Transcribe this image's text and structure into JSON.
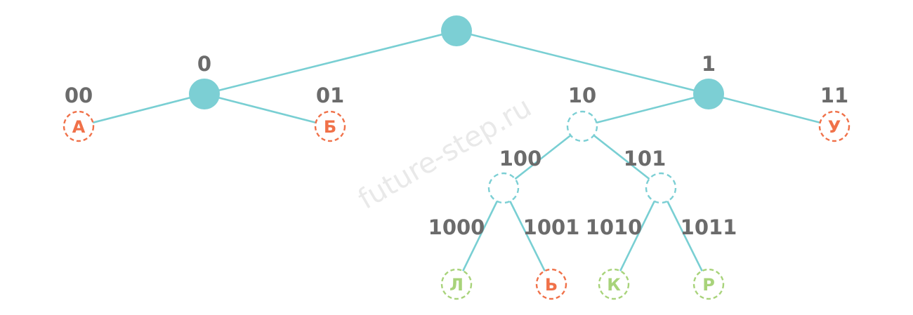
{
  "watermark": "future-step.ru",
  "colors": {
    "node": "#7ccfd4",
    "edge": "#79cfd3",
    "code_text": "#6b6b6b",
    "leaf_orange": "#f07149",
    "leaf_green": "#a8d37a"
  },
  "codes": {
    "n0": "0",
    "n1": "1",
    "n00": "00",
    "n01": "01",
    "n10": "10",
    "n11": "11",
    "n100": "100",
    "n101": "101",
    "n1000": "1000",
    "n1001": "1001",
    "n1010": "1010",
    "n1011": "1011"
  },
  "leaves": {
    "A": "А",
    "B": "Б",
    "U": "У",
    "L": "Л",
    "SOFT": "Ь",
    "K": "К",
    "R": "Р"
  }
}
